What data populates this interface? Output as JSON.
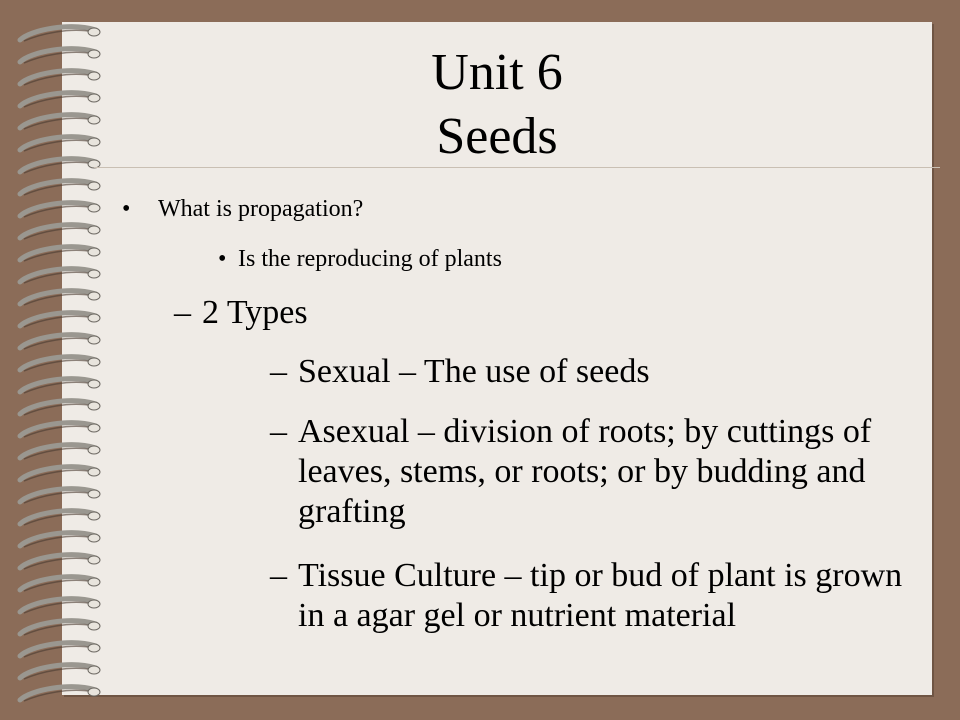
{
  "slide": {
    "title_line1": "Unit 6",
    "title_line2": "Seeds",
    "bullets": {
      "q": "What is propagation?",
      "a": "Is the reproducing of plants",
      "types": "2 Types",
      "dash": "–",
      "sexual": "Sexual – The use of seeds",
      "asexual": "Asexual – division of roots; by cuttings of leaves, stems, or roots; or by budding and grafting",
      "tissue": "Tissue Culture – tip or bud of plant is grown in a agar gel or nutrient material"
    },
    "bullet_symbol": "•"
  },
  "colors": {
    "background": "#8b6c58",
    "page": "#efebe6",
    "rings": "#9a9790",
    "text": "#000000"
  },
  "icons": {
    "binding": "spiral-binding-icon"
  }
}
